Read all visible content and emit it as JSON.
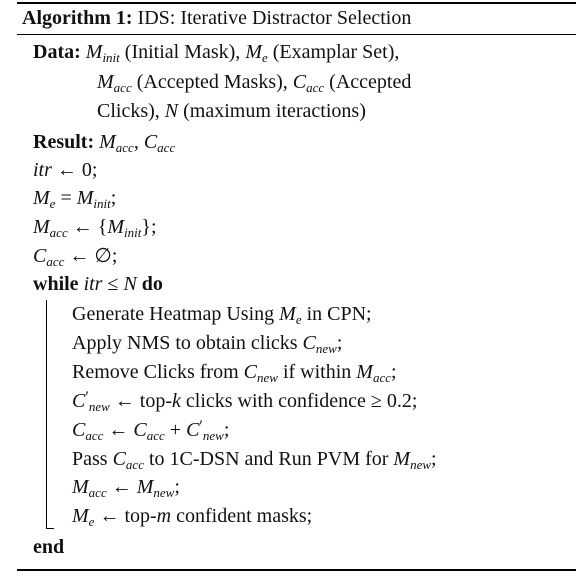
{
  "header": {
    "algo_label": "Algorithm 1:",
    "algo_title": "IDS: Iterative Distractor Selection"
  },
  "lines": {
    "data_kw": "Data:",
    "data_1": " (Initial Mask), ",
    "data_2": " (Examplar Set),",
    "data_3": " (Accepted Masks), ",
    "data_4": " (Accepted",
    "data_5": "Clicks), ",
    "data_6": " (maximum iteractions)",
    "result_kw": "Result:",
    "while_kw": "while",
    "do_kw": "do",
    "heatmap_a": "Generate Heatmap Using ",
    "heatmap_b": " in CPN;",
    "nms_a": "Apply NMS to obtain clicks ",
    "nms_b": ";",
    "remove_a": "Remove Clicks from ",
    "remove_b": " if within ",
    "remove_c": ";",
    "topk_a": " top-",
    "topk_b": " clicks with confidence ≥ 0.2;",
    "pass_a": "Pass ",
    "pass_b": " to 1C-DSN and Run PVM for ",
    "pass_c": ";",
    "topm_a": " top-",
    "topm_b": " confident masks;",
    "end_kw": "end"
  },
  "symbols": {
    "M": "M",
    "C": "C",
    "N": "N",
    "itr": "itr",
    "k": "k",
    "m": "m",
    "init": "init",
    "e": "e",
    "acc": "acc",
    "new": "new",
    "prime": "′",
    "larrow": " ← ",
    "eq": " = ",
    "leq": " ≤ ",
    "plus": " + ",
    "zero": "0",
    "emptyset": "∅",
    "lbrace": "{",
    "rbrace": "}",
    "semicolon": ";",
    "comma": ", "
  }
}
